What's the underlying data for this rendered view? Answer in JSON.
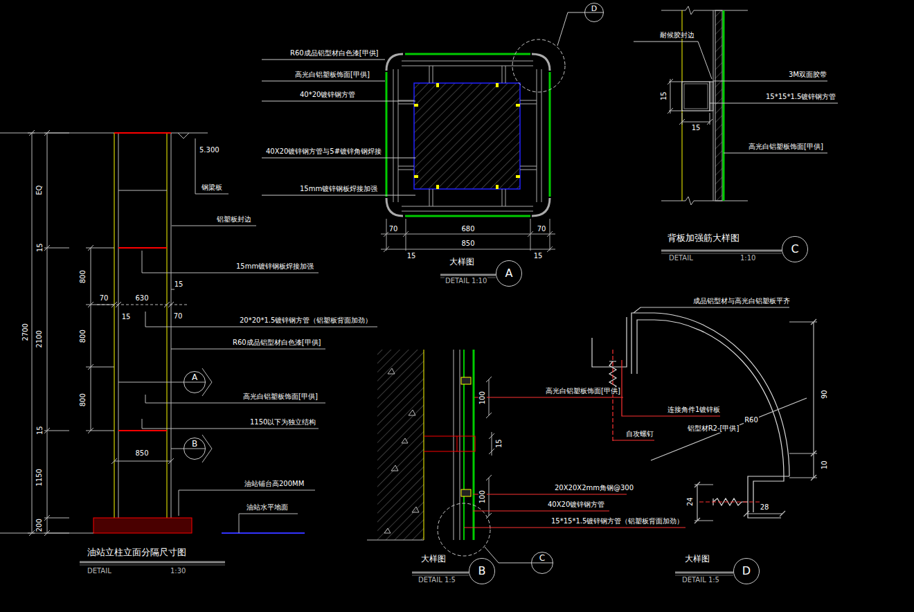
{
  "diagram": {
    "nodes": [
      {
        "text": [
          "D"
        ]
      },
      {
        "text": [
          "C"
        ]
      },
      {
        "text": [
          "A"
        ]
      },
      {
        "text": [
          "A"
        ]
      },
      {
        "text": [
          "B"
        ]
      },
      {
        "text": [
          "C"
        ]
      },
      {
        "text": [
          "B"
        ]
      },
      {
        "text": [
          "D"
        ]
      }
    ],
    "labels": [
      "5.300",
      "钢梁板",
      "铝塑板封边",
      "15mm镀锌钢板焊接加强",
      "20*20*1.5镀锌钢方管（铝塑板背面加劲）",
      "R60成品铝型材白色漆[甲供]",
      "高光白铝塑板饰面[甲供]",
      "1150以下为独立结构",
      "油站铺台高200MM",
      "油站水平地面",
      "EQ",
      "15",
      "2700",
      "2100",
      "800",
      "800",
      "800",
      "15",
      "1150",
      "200",
      "70",
      "630",
      "15",
      "15",
      "70",
      "850",
      "油站立柱立面分隔尺寸图",
      "DETAIL",
      "1:30",
      "R60成品铝型材白色漆[甲供]",
      "高光白铝塑板饰面[甲供]",
      "40*20镀锌钢方管",
      "40X20镀锌钢方管与5#镀锌角钢焊接",
      "15mm镀锌钢板焊接加强",
      "70",
      "680",
      "70",
      "850",
      "15",
      "15",
      "大样图",
      "DETAIL 1:10",
      "耐候胶封边",
      "3M双面胶带",
      "15*15*1.5镀锌钢方管",
      "高光白铝塑板饰面[甲供]",
      "15",
      "15",
      "背板加强筋大样图",
      "DETAIL",
      "1:10",
      "高光白铝塑板饰面[甲供]",
      "100",
      "15",
      "100",
      "20X20X2mm角钢@300",
      "40X20镀锌钢方管",
      "15*15*1.5镀锌钢方管（铝塑板背面加劲）",
      "大样图",
      "DETAIL 1:5",
      "成品铝型材与高光白铝塑板平齐",
      "连接角件1镀锌板",
      "自攻螺钉",
      "铝型材R2-[甲供]",
      "R60",
      "90",
      "10",
      "24",
      "28",
      "大样图",
      "DETAIL 1:5"
    ]
  }
}
